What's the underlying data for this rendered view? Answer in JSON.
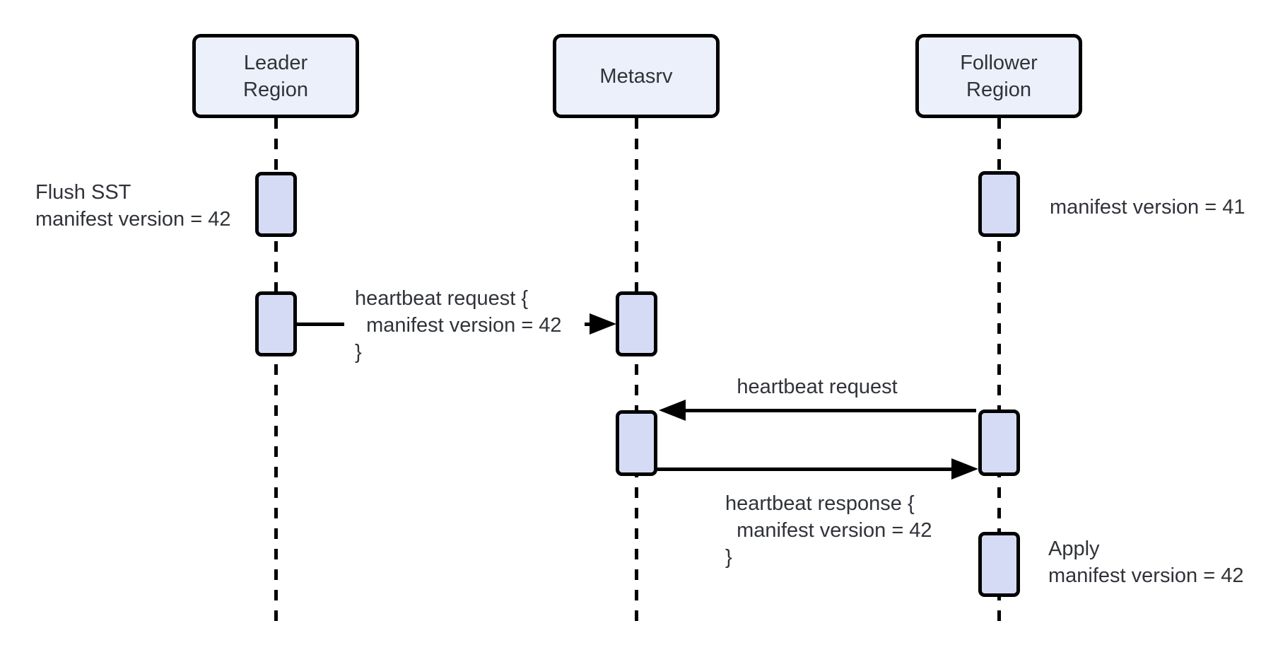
{
  "diagram": {
    "type": "sequence-diagram",
    "colors": {
      "background": "#ffffff",
      "participant_fill": "#ECF0FA",
      "activation_fill": "#D6DBF5",
      "border": "#000000",
      "text": "#303339"
    },
    "participants": [
      {
        "id": "leader-region",
        "label": "Leader\nRegion"
      },
      {
        "id": "metasrv",
        "label": "Metasrv"
      },
      {
        "id": "follower-region",
        "label": "Follower\nRegion"
      }
    ],
    "messages": [
      {
        "from": "leader-region",
        "to": "metasrv",
        "label": "heartbeat request {\n  manifest version = 42\n}"
      },
      {
        "from": "follower-region",
        "to": "metasrv",
        "label": "heartbeat request"
      },
      {
        "from": "metasrv",
        "to": "follower-region",
        "label": "heartbeat response {\n  manifest version = 42\n}"
      }
    ],
    "notes": [
      {
        "anchor": "leader-region",
        "side": "left",
        "label": "Flush SST\nmanifest version = 42"
      },
      {
        "anchor": "follower-region",
        "side": "right",
        "label": "manifest version = 41"
      },
      {
        "anchor": "follower-region",
        "side": "right",
        "label": "Apply\nmanifest version = 42"
      }
    ]
  }
}
